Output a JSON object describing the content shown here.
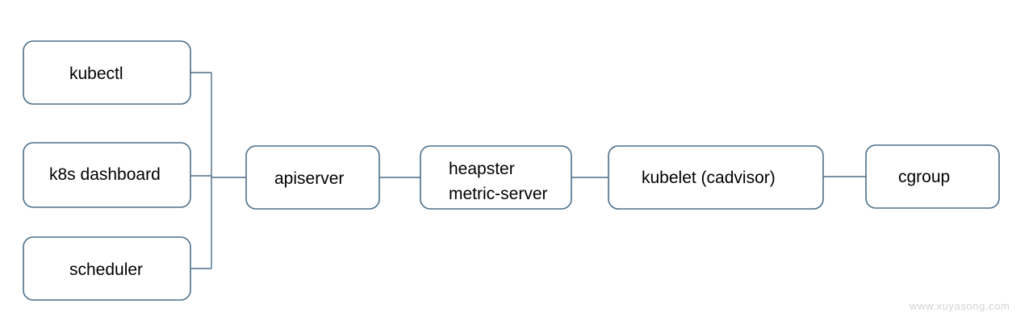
{
  "nodes": {
    "kubectl": {
      "label": "kubectl"
    },
    "dashboard": {
      "label": "k8s dashboard"
    },
    "scheduler": {
      "label": "scheduler"
    },
    "apiserver": {
      "label": "apiserver"
    },
    "heapster": {
      "label_line1": "heapster",
      "label_line2": "metric-server"
    },
    "kubelet": {
      "label": "kubelet (cadvisor)"
    },
    "cgroup": {
      "label": "cgroup"
    }
  },
  "watermark": "www.xuyasong.com",
  "colors": {
    "stroke": "#4a6f8a",
    "text": "#000000",
    "watermark": "#d2d2d2"
  }
}
